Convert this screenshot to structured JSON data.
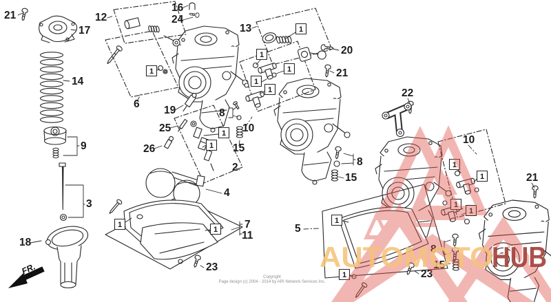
{
  "diagram": {
    "ref_label": "1",
    "fr_label": "FR.",
    "callouts": [
      "21",
      "17",
      "12",
      "16",
      "24",
      "13",
      "20",
      "21",
      "6",
      "14",
      "19",
      "25",
      "26",
      "8",
      "10",
      "15",
      "2",
      "9",
      "3",
      "4",
      "7",
      "11",
      "18",
      "23",
      "22",
      "8",
      "15",
      "10",
      "21",
      "5",
      "8",
      "15",
      "23"
    ]
  },
  "watermark": {
    "text_primary": "AUTOMOTO",
    "text_secondary": "HUB",
    "triangle_color": "#e2544a",
    "primary_color": "#f6c37a",
    "secondary_color": "#a03a33"
  },
  "footer": {
    "line1": "Copyright",
    "line2": "Page design (c) 2004 - 2014 by ARI Network Services Inc."
  }
}
